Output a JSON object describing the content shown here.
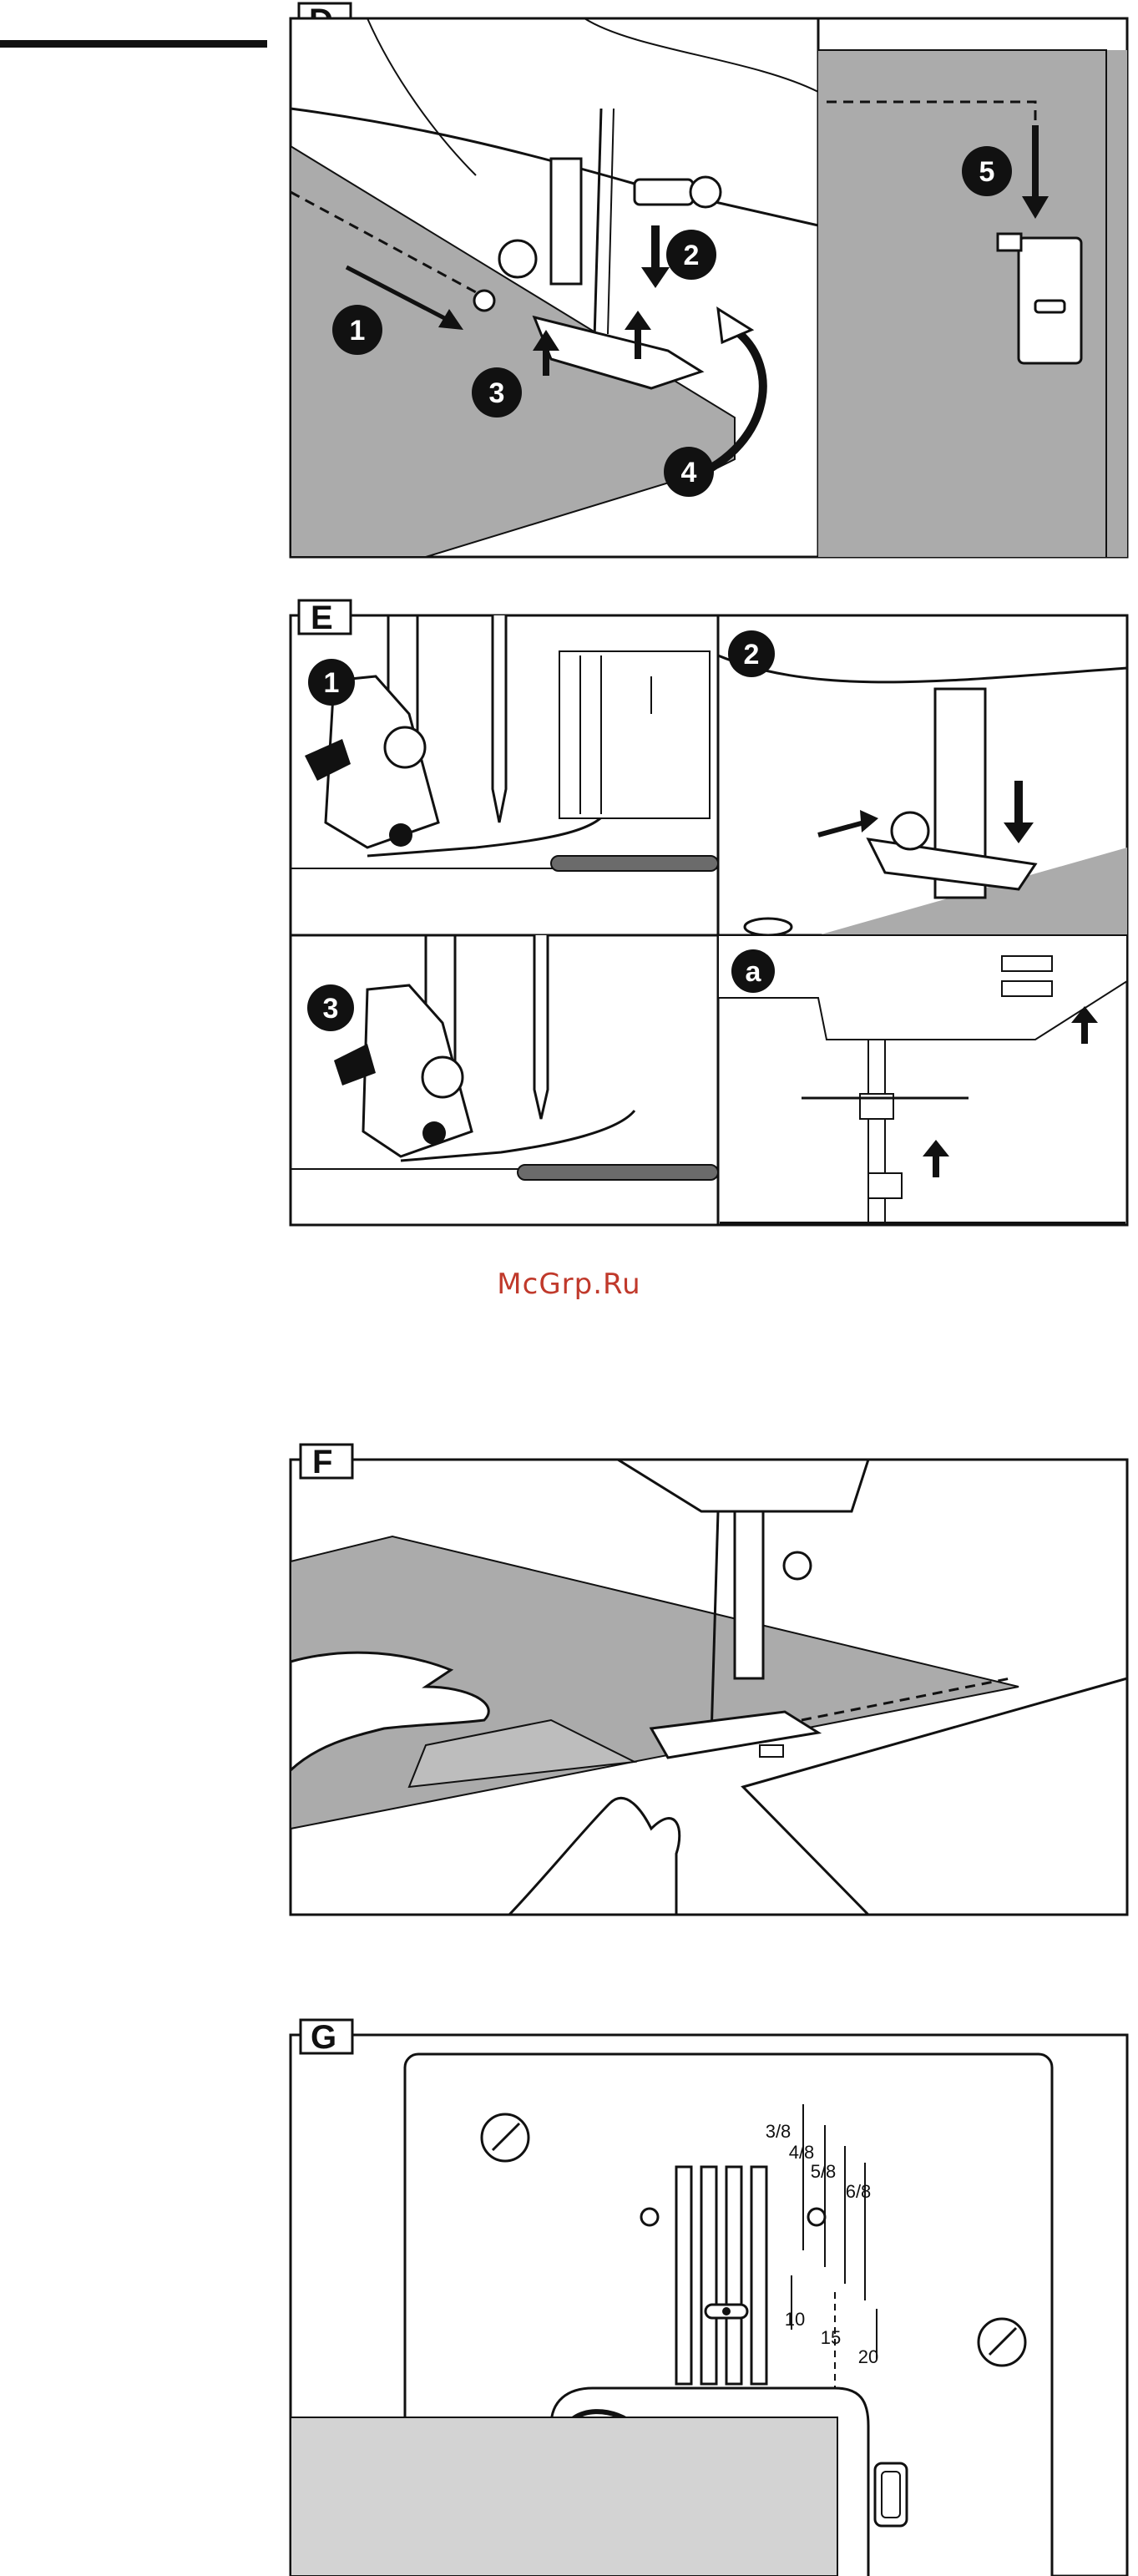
{
  "colors": {
    "fabric": "#ababab",
    "fabric_light": "#d3d3d3",
    "ink": "#111111",
    "watermark": "#c0392b",
    "paper": "#ffffff"
  },
  "panels": {
    "D": {
      "label": "D",
      "steps": [
        "1",
        "2",
        "3",
        "4",
        "5"
      ]
    },
    "E": {
      "label": "E",
      "steps": [
        "1",
        "2",
        "3"
      ],
      "sub_label": "a"
    },
    "F": {
      "label": "F"
    },
    "G": {
      "label": "G",
      "inch_marks": [
        "3/8",
        "4/8",
        "5/8",
        "6/8"
      ],
      "mm_marks": [
        "10",
        "15",
        "20"
      ]
    }
  },
  "watermark": "McGrp.Ru"
}
